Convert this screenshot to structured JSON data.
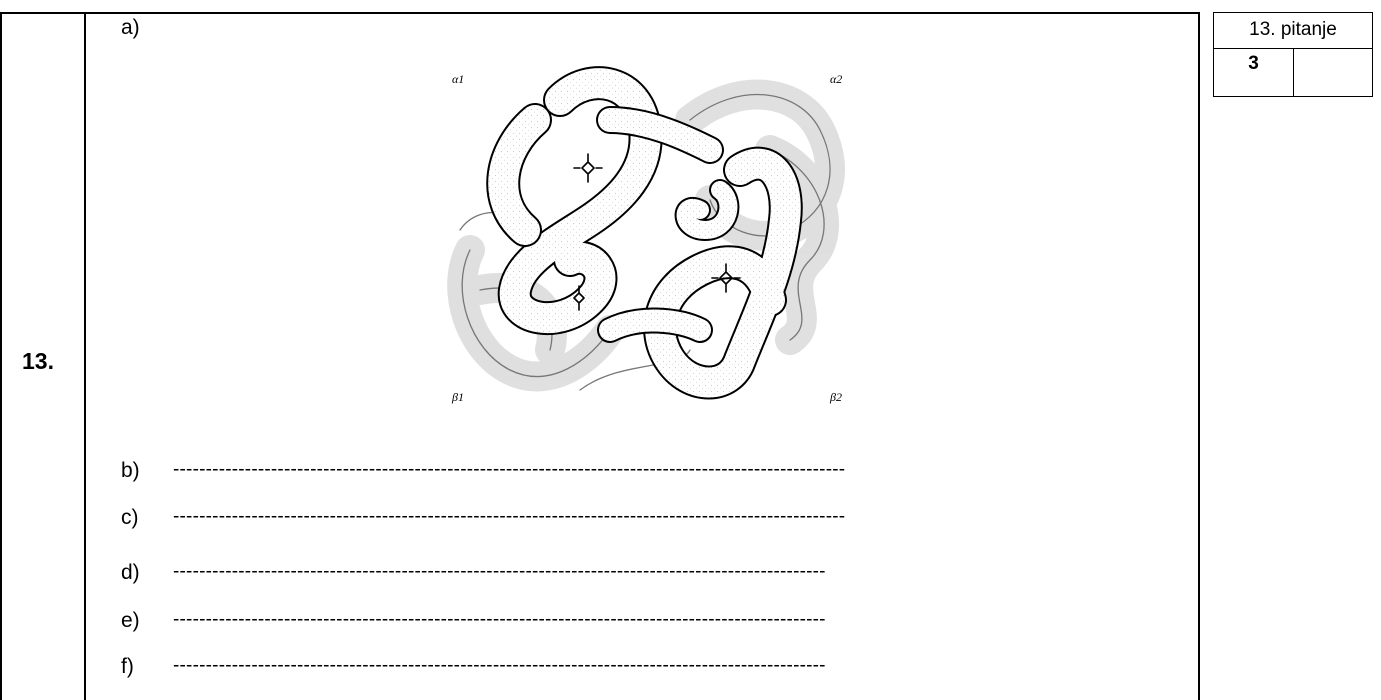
{
  "question": {
    "number": "13.",
    "part_a_label": "a)",
    "figure": {
      "label_alpha1": "α1",
      "label_alpha2": "α2",
      "label_beta1": "β1",
      "label_beta2": "β2"
    },
    "answers": [
      {
        "label": "b)",
        "dashes": "-------------------------------------------------------------------------------------------------------"
      },
      {
        "label": "c)",
        "dashes": "-------------------------------------------------------------------------------------------------------"
      },
      {
        "label": "d)",
        "dashes": "----------------------------------------------------------------------------------------------------"
      },
      {
        "label": "e)",
        "dashes": "----------------------------------------------------------------------------------------------------"
      },
      {
        "label": "f)",
        "dashes": "----------------------------------------------------------------------------------------------------"
      }
    ]
  },
  "score": {
    "title": "13. pitanje",
    "max_points": "3",
    "earned_points": ""
  }
}
